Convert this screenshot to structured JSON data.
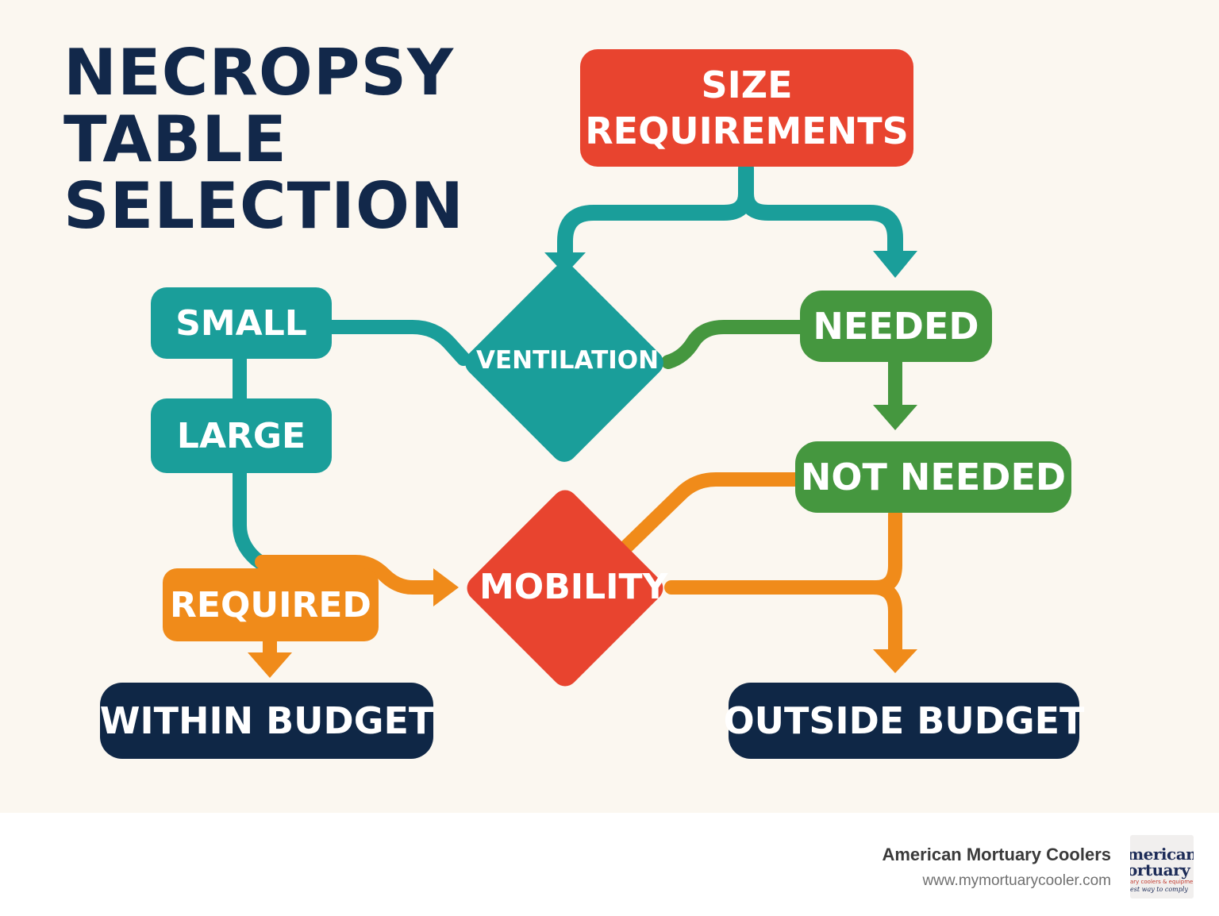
{
  "title": {
    "line1": "NECROPSY",
    "line2": "TABLE",
    "line3": "SELECTION"
  },
  "nodes": {
    "size_requirements": {
      "line1": "SIZE",
      "line2": "REQUIREMENTS"
    },
    "small": "SMALL",
    "large": "LARGE",
    "ventilation": "VENTILATION",
    "needed": "NEEDED",
    "not_needed": "NOT NEEDED",
    "required": "REQUIRED",
    "mobility": "MOBILITY",
    "within_budget": "WITHIN BUDGET",
    "outside_budget": "OUTSIDE BUDGET"
  },
  "colors": {
    "background": "#fbf7f0",
    "teal": "#1a9e9a",
    "green": "#45973f",
    "orange": "#f08b1a",
    "red": "#e8442f",
    "navy": "#0f2746"
  },
  "footer": {
    "brand_name": "American Mortuary Coolers",
    "brand_url": "www.mymortuarycooler.com",
    "logo_text": "merican ortuary",
    "logo_tagline": "ary coolers & equipment",
    "logo_slogan": "est way to comply"
  }
}
